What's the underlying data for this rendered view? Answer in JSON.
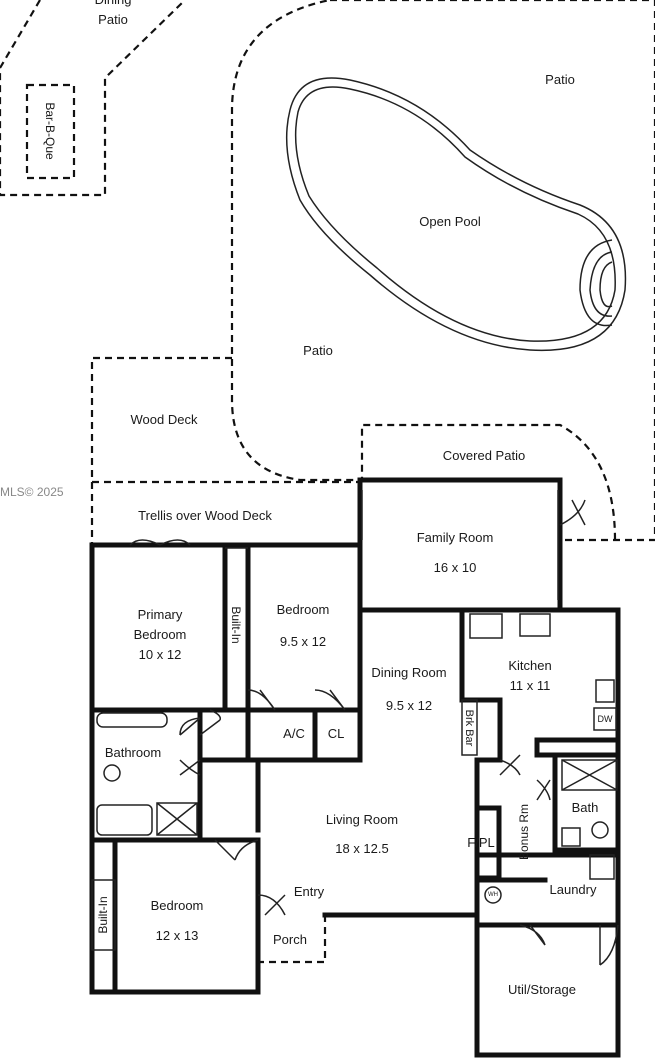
{
  "watermark": "MLS© 2025",
  "outdoor": {
    "dining_patio": "Dining",
    "dining_patio_line2": "Patio",
    "bbq": "Bar-B-Que",
    "patio_top": "Patio",
    "open_pool": "Open Pool",
    "patio_mid": "Patio",
    "wood_deck": "Wood Deck",
    "covered_patio": "Covered Patio",
    "trellis": "Trellis over Wood Deck",
    "porch": "Porch",
    "entry": "Entry"
  },
  "rooms": {
    "family_room": {
      "name": "Family Room",
      "size": "16 x 10"
    },
    "primary_bedroom": {
      "name1": "Primary",
      "name2": "Bedroom",
      "size": "10 x 12"
    },
    "bedroom_top": {
      "name": "Bedroom",
      "size": "9.5 x 12"
    },
    "dining_room": {
      "name": "Dining Room",
      "size": "9.5 x 12"
    },
    "kitchen": {
      "name": "Kitchen",
      "size": "11 x 11"
    },
    "living_room": {
      "name": "Living Room",
      "size": "18 x 12.5"
    },
    "bedroom_bottom": {
      "name": "Bedroom",
      "size": "12 x 13"
    },
    "bathroom": "Bathroom",
    "bath": "Bath",
    "laundry": "Laundry",
    "util_storage": "Util/Storage"
  },
  "fixtures": {
    "built_in_top": "Built-In",
    "built_in_left": "Built-In",
    "ac": "A/C",
    "cl": "CL",
    "brk_bar": "Brk Bar",
    "bonus_rm": "Bonus Rm",
    "fireplace": "F/PL",
    "dw": "DW",
    "wh": "WH"
  }
}
